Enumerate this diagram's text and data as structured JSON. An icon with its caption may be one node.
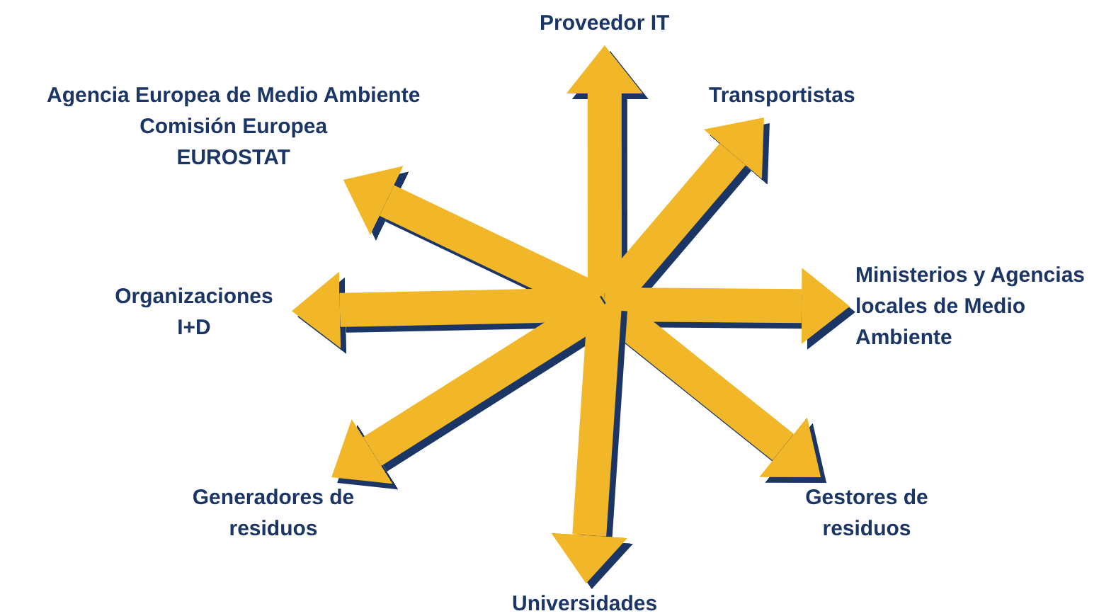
{
  "diagram": {
    "nodes": [
      {
        "text": [
          "Proveedor IT"
        ]
      },
      {
        "text": [
          "Agencia Europea de Medio Ambiente",
          "Comisión Europea",
          "EUROSTAT"
        ]
      },
      {
        "text": [
          "Transportistas"
        ]
      },
      {
        "text": [
          "Organizaciones I+D"
        ]
      },
      {
        "text": [
          "Ministerios y Agencias locales de Medio Ambiente"
        ]
      },
      {
        "text": [
          "Generadores de residuos"
        ]
      },
      {
        "text": [
          "Gestores de residuos"
        ]
      },
      {
        "text": [
          "Universidades"
        ]
      }
    ],
    "edges": [
      {
        "from": null,
        "to": 0,
        "arrow": "to"
      },
      {
        "from": null,
        "to": 1,
        "arrow": "to"
      },
      {
        "from": null,
        "to": 2,
        "arrow": "to"
      },
      {
        "from": null,
        "to": 3,
        "arrow": "to"
      },
      {
        "from": null,
        "to": 4,
        "arrow": "to"
      },
      {
        "from": null,
        "to": 5,
        "arrow": "to"
      },
      {
        "from": null,
        "to": 6,
        "arrow": "to"
      },
      {
        "from": null,
        "to": 7,
        "arrow": "to"
      }
    ]
  }
}
